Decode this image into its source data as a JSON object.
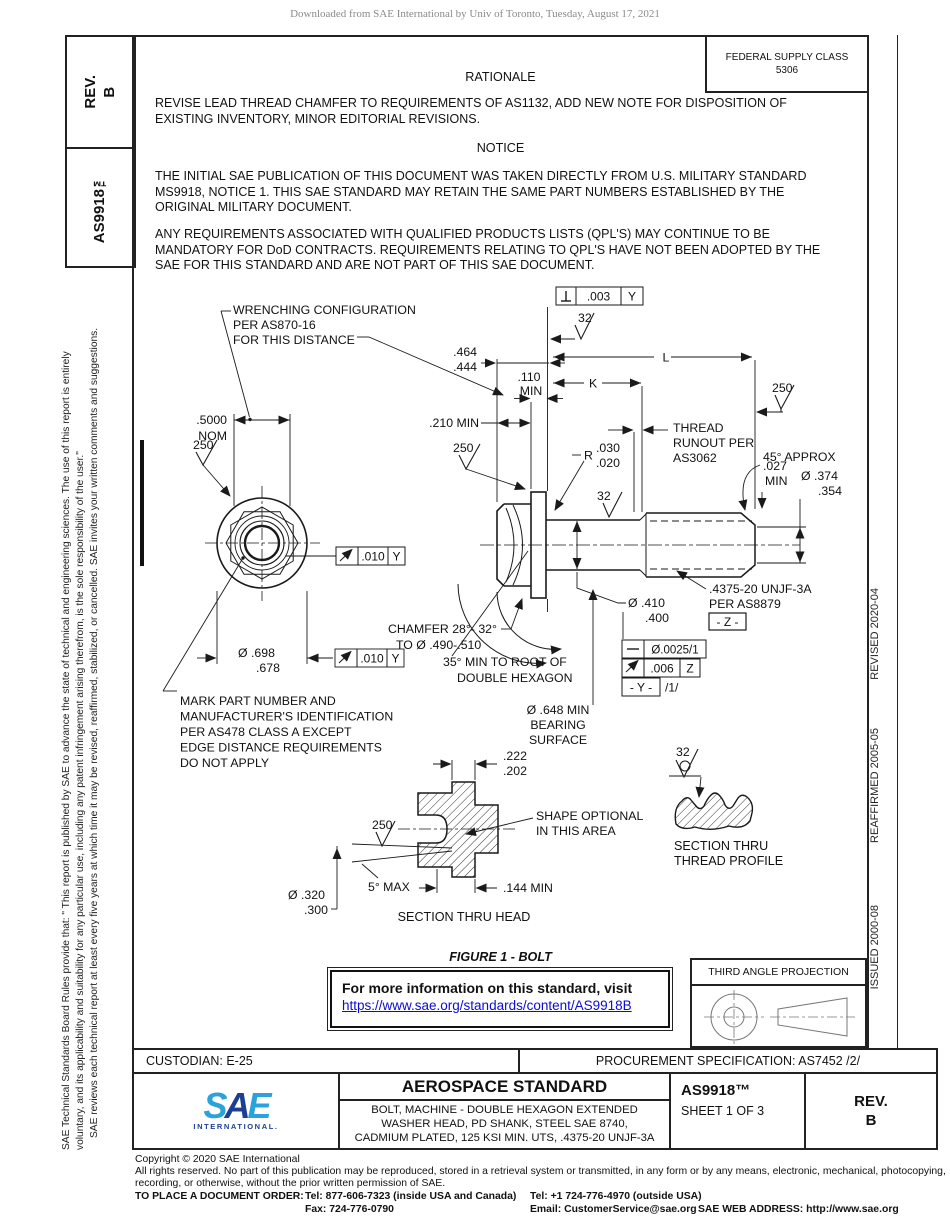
{
  "watermark": "Downloaded from SAE International by Univ of Toronto, Tuesday, August 17, 2021",
  "side": {
    "rev_label": "REV.",
    "rev_value": "B",
    "doc_number": "AS9918™"
  },
  "left_margin": {
    "disclaimer_line1": "SAE Technical Standards Board Rules provide that: \" This report is published by SAE to advance the state of technical and engineering sciences. The use of this report is entirely",
    "disclaimer_line2": "voluntary, and its applicability and suitability for any particular use, including any patent infringement arising therefrom, is the sole responsibility of the user.\"",
    "disclaimer2": "SAE reviews each technical report at least every five years at which time it may be revised, reaffirmed, stabilized, or cancelled. SAE invites your written comments and suggestions."
  },
  "right_margin": {
    "issued": "ISSUED 2000-08",
    "reaffirmed": "REAFFIRMED 2005-05",
    "revised": "REVISED 2020-04"
  },
  "header": {
    "fsc_label": "FEDERAL SUPPLY CLASS",
    "fsc_value": "5306",
    "rationale_title": "RATIONALE",
    "rationale_lines": [
      "REVISE LEAD THREAD CHAMFER TO REQUIREMENTS OF AS1132, ADD NEW NOTE FOR DISPOSITION OF",
      "EXISTING INVENTORY, MINOR EDITORIAL REVISIONS."
    ],
    "notice_title": "NOTICE",
    "notice1_lines": [
      "THE INITIAL SAE PUBLICATION OF THIS DOCUMENT WAS TAKEN DIRECTLY FROM U.S. MILITARY STANDARD",
      "MS9918, NOTICE 1. THIS SAE STANDARD MAY RETAIN THE SAME PART NUMBERS ESTABLISHED BY THE",
      "ORIGINAL MILITARY DOCUMENT."
    ],
    "notice2_lines": [
      "ANY REQUIREMENTS ASSOCIATED WITH QUALIFIED PRODUCTS LISTS (QPL'S) MAY CONTINUE TO BE",
      "MANDATORY FOR DoD CONTRACTS. REQUIREMENTS RELATING TO QPL'S HAVE NOT BEEN ADOPTED BY THE",
      "SAE FOR THIS STANDARD AND ARE NOT PART OF THIS SAE DOCUMENT."
    ]
  },
  "drawing": {
    "wrench_note": [
      "WRENCHING CONFIGURATION",
      "PER AS870-16",
      "FOR THIS DISTANCE"
    ],
    "dim_5000": ".5000",
    "nom": "NOM",
    "finish_250": "250",
    "finish_32": "32",
    "runout_tol": ".010",
    "datum_y": "Y",
    "dia_698": "Ø .698",
    "dia_678": ".678",
    "mark_note": [
      "MARK PART NUMBER AND",
      "MANUFACTURER'S IDENTIFICATION",
      "PER AS478 CLASS A EXCEPT",
      "EDGE DISTANCE REQUIREMENTS",
      "DO NOT APPLY"
    ],
    "perp_tol": ".003",
    "dim_464": ".464",
    "dim_444": ".444",
    "dim_110": ".110",
    "min": "MIN",
    "dim_210": ".210 MIN",
    "len_L": "L",
    "len_K": "K",
    "thread_runout": [
      "THREAD",
      "RUNOUT PER",
      "AS3062"
    ],
    "approx_45": "45° APPROX",
    "r_label": "R",
    "r_030": ".030",
    "r_020": ".020",
    "dia_410": "Ø .410",
    "dia_400": ".400",
    "dim_027": ".027",
    "dia_374": "Ø .374",
    "dia_354": ".354",
    "thread_spec": [
      ".4375-20 UNJF-3A",
      "PER AS8879"
    ],
    "datum_z_flag": "- Z -",
    "straightness": "Ø.0025/1",
    "runout_006": ".006",
    "datum_z": "Z",
    "datum_y_flag": "- Y -",
    "note_1": "/1/",
    "chamfer_note": [
      "CHAMFER 28°- 32°",
      "TO Ø .490-.510"
    ],
    "hex_note": [
      "35° MIN TO ROOT OF",
      "DOUBLE HEXAGON"
    ],
    "bearing_note": [
      "Ø .648 MIN",
      "BEARING",
      "SURFACE"
    ],
    "dim_222": ".222",
    "dim_202": ".202",
    "dim_144": ".144 MIN",
    "deg5": "5° MAX",
    "dia_320": "Ø .320",
    "dia_300": ".300",
    "shape_note": [
      "SHAPE OPTIONAL",
      "IN THIS AREA"
    ],
    "section_head": "SECTION THRU HEAD",
    "section_thread": [
      "SECTION THRU",
      "THREAD PROFILE"
    ]
  },
  "figure_caption": "FIGURE 1 - BOLT",
  "info_box": {
    "text": "For more information on this standard, visit",
    "link": "https://www.sae.org/standards/content/AS9918B"
  },
  "projection": {
    "label": "THIRD ANGLE PROJECTION"
  },
  "block": {
    "custodian": "CUSTODIAN: E-25",
    "procurement": "PROCUREMENT SPECIFICATION: AS7452 /2/",
    "doc_type": "AEROSPACE STANDARD",
    "title_lines": [
      "BOLT, MACHINE - DOUBLE HEXAGON EXTENDED",
      "WASHER HEAD, PD SHANK,  STEEL SAE 8740,",
      "CADMIUM PLATED, 125 KSI MIN. UTS, .4375-20 UNJF-3A"
    ],
    "doc_number": "AS9918™",
    "sheet": "SHEET 1 OF 3",
    "rev_label": "REV.",
    "rev_value": "B",
    "logo": {
      "s": "S",
      "a": "A",
      "e": "E",
      "sub": "INTERNATIONAL."
    }
  },
  "footer": {
    "copyright": "Copyright © 2020 SAE International",
    "rights1": "All rights reserved. No part of this publication may be reproduced, stored in a retrieval system or transmitted, in any form or by any means, electronic, mechanical, photocopying,",
    "rights2": "recording, or otherwise, without the prior written permission of SAE.",
    "order_label": "TO PLACE A DOCUMENT ORDER:",
    "tel1": "Tel: 877-606-7323 (inside USA and Canada)",
    "tel2": "Tel: +1 724-776-4970 (outside USA)",
    "fax": "Fax: 724-776-0790",
    "email": "Email: CustomerService@sae.org",
    "web": "SAE WEB ADDRESS: http://www.sae.org"
  }
}
